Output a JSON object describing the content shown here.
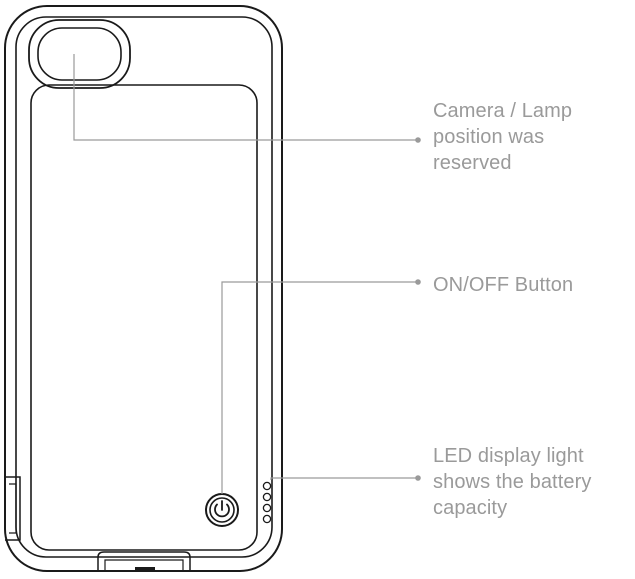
{
  "callouts": {
    "camera": {
      "line1": "Camera / Lamp",
      "line2": "position was",
      "line3": "reserved"
    },
    "power": {
      "line1": "ON/OFF Button"
    },
    "led": {
      "line1": "LED display light",
      "line2": "shows the battery",
      "line3": "capacity"
    }
  },
  "colors": {
    "outline": "#1a1a1a",
    "leader_line": "#9a9a9a",
    "label_text": "#9a9a9a",
    "background": "#ffffff"
  },
  "icons": {
    "power_button": "power-icon",
    "led_indicators": "led-dot-icon",
    "camera_window": "camera-cutout-icon"
  },
  "led_indicator_count": 4
}
